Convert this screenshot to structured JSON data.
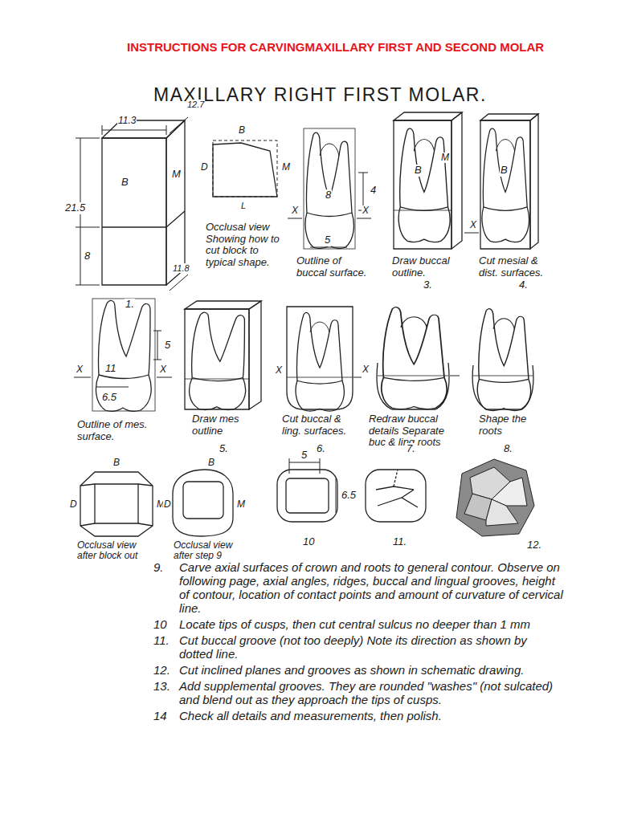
{
  "diagram": {
    "title": "INSTRUCTIONS FOR CARVINGMAXILLARY FIRST AND SECOND MOLAR",
    "labels": [
      "MAXILLARY RIGHT FIRST MOLAR.",
      "11.3",
      "12.7",
      "B",
      "M",
      "21.5",
      "8",
      "11.8",
      "1.",
      "B",
      "D",
      "M",
      "L",
      "Occlusal view Showing how to cut block to typical shape.",
      "4",
      "8",
      "X",
      "X",
      "5",
      "Outline of buccal surface.",
      "B",
      "M",
      "Draw buccal outline.",
      "3.",
      "B",
      "X",
      "Cut mesial & dist. surfaces.",
      "4.",
      "5",
      "11",
      "X",
      "X",
      "6.5",
      "Outline of mes. surface.",
      "Draw mes outline",
      "5.",
      "X",
      "X",
      "Cut buccal & ling. surfaces.",
      "6.",
      "Redraw buccal details Separate buc & ling roots",
      "7.",
      "Shape the roots",
      "8.",
      "B",
      "D",
      "M",
      "Occlusal view after block out",
      "B",
      "D",
      "M",
      "Occlusal view after step 9",
      "5",
      "6.5",
      "10",
      "11.",
      "12.",
      "9.",
      "Carve axial surfaces of crown and roots to general contour. Observe on following page, axial angles, ridges, buccal and lingual grooves, height of contour, location of contact points and amount of curvature of cervical line.",
      "10",
      "Locate tips of cusps, then cut central sulcus no deeper than 1 mm",
      "11.",
      "Cut buccal groove (not too deeply) Note its direction as shown by dotted line.",
      "12.",
      "Cut inclined planes and grooves as shown in schematic drawing.",
      "13.",
      "Add supplemental grooves. They are rounded \"washes\" (not sulcated) and blend out as they approach the tips of cusps.",
      "14",
      "Check all details and measurements, then polish."
    ]
  }
}
